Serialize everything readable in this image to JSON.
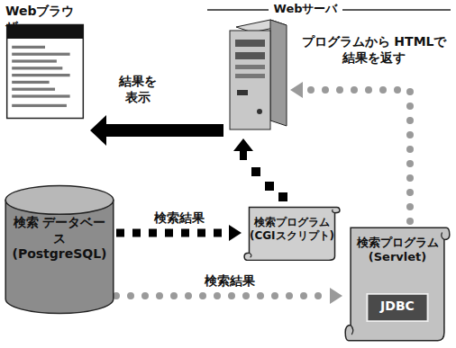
{
  "diagram": {
    "nodes": [
      {
        "text": [
          "Webブラウザ"
        ]
      },
      {
        "text": [
          "検索 データベース (PostgreSQL)"
        ]
      },
      {
        "text": [
          "検索プログラム (CGIスクリプト)"
        ]
      },
      {
        "text": [
          "検索プログラム (Servlet)"
        ]
      },
      {
        "text": [
          "JDBC"
        ],
        "in": 3
      }
    ],
    "edges": [
      {
        "from": 1,
        "to": 2,
        "arrow": "to",
        "label": "検索結果"
      },
      {
        "from": 1,
        "to": 3,
        "arrow": "to",
        "label": "検索結果"
      }
    ],
    "labels": [
      "Webサーバ",
      "結果を 表示",
      "プログラムから HTMLで結果を返す"
    ]
  }
}
